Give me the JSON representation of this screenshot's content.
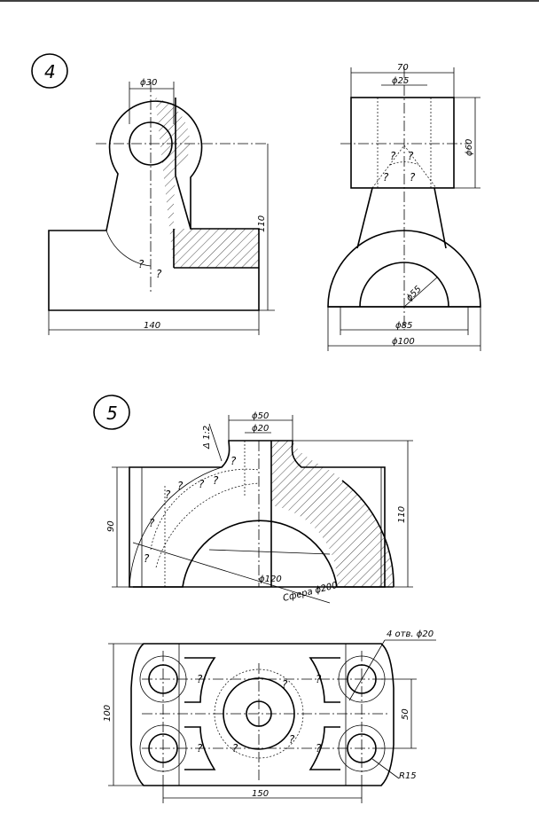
{
  "fig4": {
    "number": "4",
    "dims": {
      "phi30": "ϕ30",
      "d110": "110",
      "d140": "140",
      "d70": "70",
      "phi25": "ϕ25",
      "phi60": "ϕ60",
      "phi55": "ϕ55",
      "phi85": "ϕ85",
      "phi100": "ϕ100"
    },
    "unknown": "?"
  },
  "fig5": {
    "number": "5",
    "dims": {
      "phi50": "ϕ50",
      "phi20": "ϕ20",
      "delta": "Δ 1:2",
      "d90": "90",
      "d110": "110",
      "phi120": "ϕ120",
      "sphere": "Сфера ϕ200",
      "holes": "4 отв. ϕ20",
      "d100": "100",
      "d50": "50",
      "r15": "R15",
      "d150": "150"
    },
    "unknown": "?"
  }
}
